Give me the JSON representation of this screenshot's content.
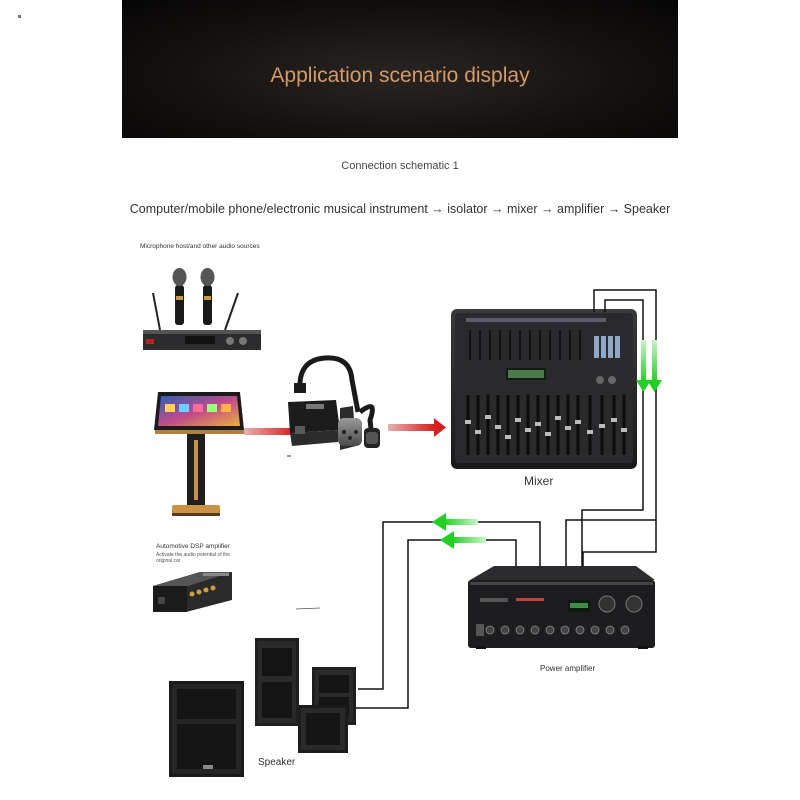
{
  "banner": {
    "title": "Application scenario display"
  },
  "schematic": {
    "title": "Connection schematic 1",
    "flow": "Computer/mobile phone/electronic musical instrument → isolator → mixer → amplifier → Speaker"
  },
  "sources": {
    "label": "Microphone host/and other audio sources"
  },
  "dsp": {
    "label": "Automotive DSP amplifier",
    "description": "Activate the audio potential of the original car"
  },
  "devices": {
    "mixer_label": "Mixer",
    "amplifier_label": "Power amplifier",
    "speaker_label": "Speaker"
  },
  "colors": {
    "banner_text": "#d29a66",
    "signal_arrow": "#d42020",
    "return_arrow": "#2bd62b",
    "wire": "#111111"
  },
  "icons": {
    "wireless_mic": "wireless-microphone-receiver-icon",
    "karaoke": "karaoke-touchscreen-icon",
    "isolator": "audio-isolator-cable-icon",
    "mixer": "digital-mixer-console-icon",
    "amplifier": "power-amplifier-icon",
    "dsp": "dsp-amplifier-icon",
    "speakers": "speaker-cabinet-icon"
  }
}
